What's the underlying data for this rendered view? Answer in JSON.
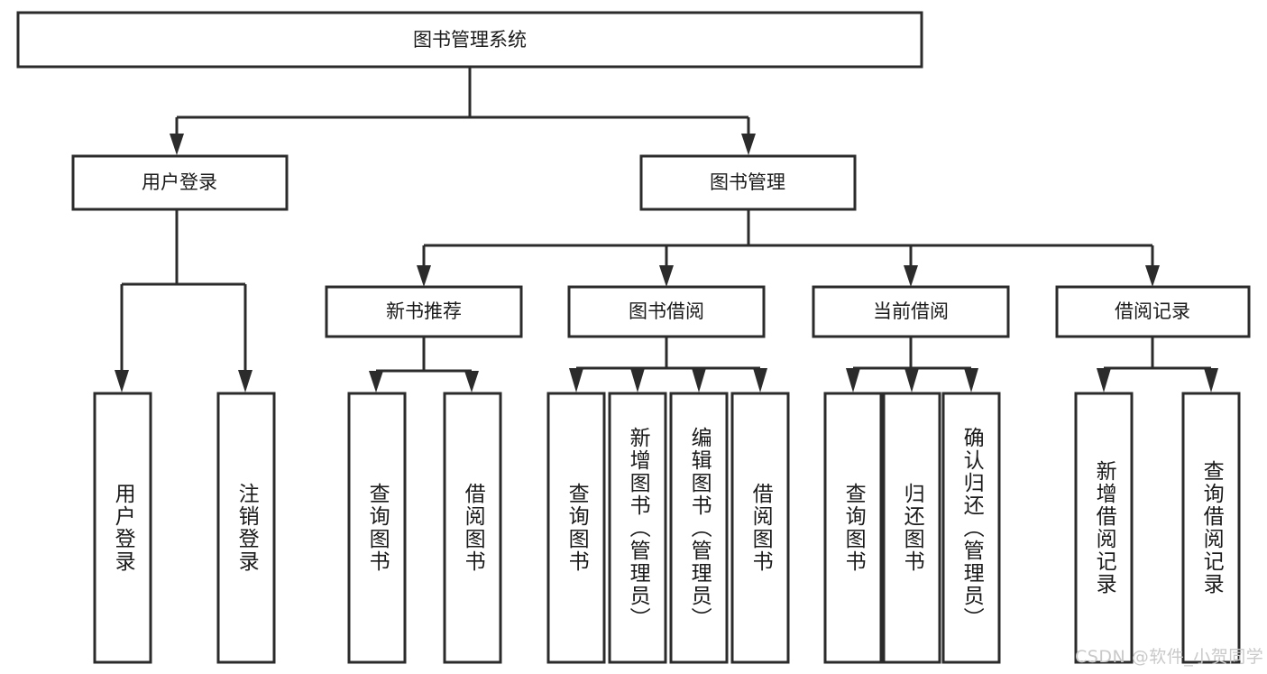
{
  "diagram": {
    "title": "图书管理系统",
    "type": "tree-hierarchy-chart",
    "root": {
      "label": "图书管理系统"
    },
    "level2": [
      {
        "label": "用户登录"
      },
      {
        "label": "图书管理"
      }
    ],
    "level3": [
      {
        "label": "新书推荐"
      },
      {
        "label": "图书借阅"
      },
      {
        "label": "当前借阅"
      },
      {
        "label": "借阅记录"
      }
    ],
    "leaves": {
      "user_login": [
        {
          "label": "用户登录"
        },
        {
          "label": "注销登录"
        }
      ],
      "new_book_recommend": [
        {
          "label": "查询图书"
        },
        {
          "label": "借阅图书"
        }
      ],
      "book_borrow": [
        {
          "label": "查询图书"
        },
        {
          "label": "新增图书（管理员）"
        },
        {
          "label": "编辑图书（管理员）"
        },
        {
          "label": "借阅图书"
        }
      ],
      "current_borrow": [
        {
          "label": "查询图书"
        },
        {
          "label": "归还图书"
        },
        {
          "label": "确认归还（管理员）"
        }
      ],
      "borrow_records": [
        {
          "label": "新增借阅记录"
        },
        {
          "label": "查询借阅记录"
        }
      ]
    }
  },
  "watermark": {
    "text": "CSDN @软件_小贺同学"
  },
  "colors": {
    "stroke": "#2b2b2b",
    "fill": "#ffffff",
    "text": "#1a1a1a",
    "watermark": "#c9c9c9"
  }
}
